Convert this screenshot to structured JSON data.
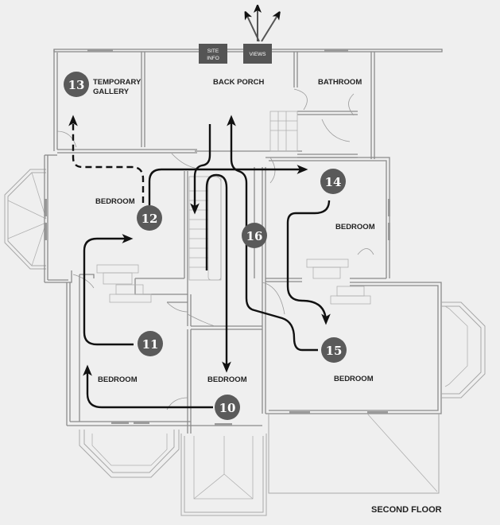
{
  "title": "SECOND FLOOR",
  "rooms": {
    "temporary_gallery_line1": "TEMPORARY",
    "temporary_gallery_line2": "GALLERY",
    "back_porch": "BACK PORCH",
    "bathroom": "BATHROOM",
    "bedroom_northwest": "BEDROOM",
    "bedroom_northeast": "BEDROOM",
    "bedroom_southwest": "BEDROOM",
    "bedroom_south": "BEDROOM",
    "bedroom_southeast": "BEDROOM"
  },
  "info_buttons": {
    "site_info_line1": "SITE",
    "site_info_line2": "INFO",
    "views": "VIEWS"
  },
  "stops": [
    {
      "number": "10",
      "room": "bedroom_south"
    },
    {
      "number": "11",
      "room": "bedroom_southwest"
    },
    {
      "number": "12",
      "room": "bedroom_northwest"
    },
    {
      "number": "13",
      "room": "temporary_gallery"
    },
    {
      "number": "14",
      "room": "bedroom_northeast"
    },
    {
      "number": "15",
      "room": "bedroom_southeast"
    },
    {
      "number": "16",
      "room": "hallway"
    }
  ],
  "colors": {
    "stop_marker": "#5a5a5a",
    "route": "#111111",
    "walls": "#8a8a8a",
    "background": "#efefef"
  }
}
